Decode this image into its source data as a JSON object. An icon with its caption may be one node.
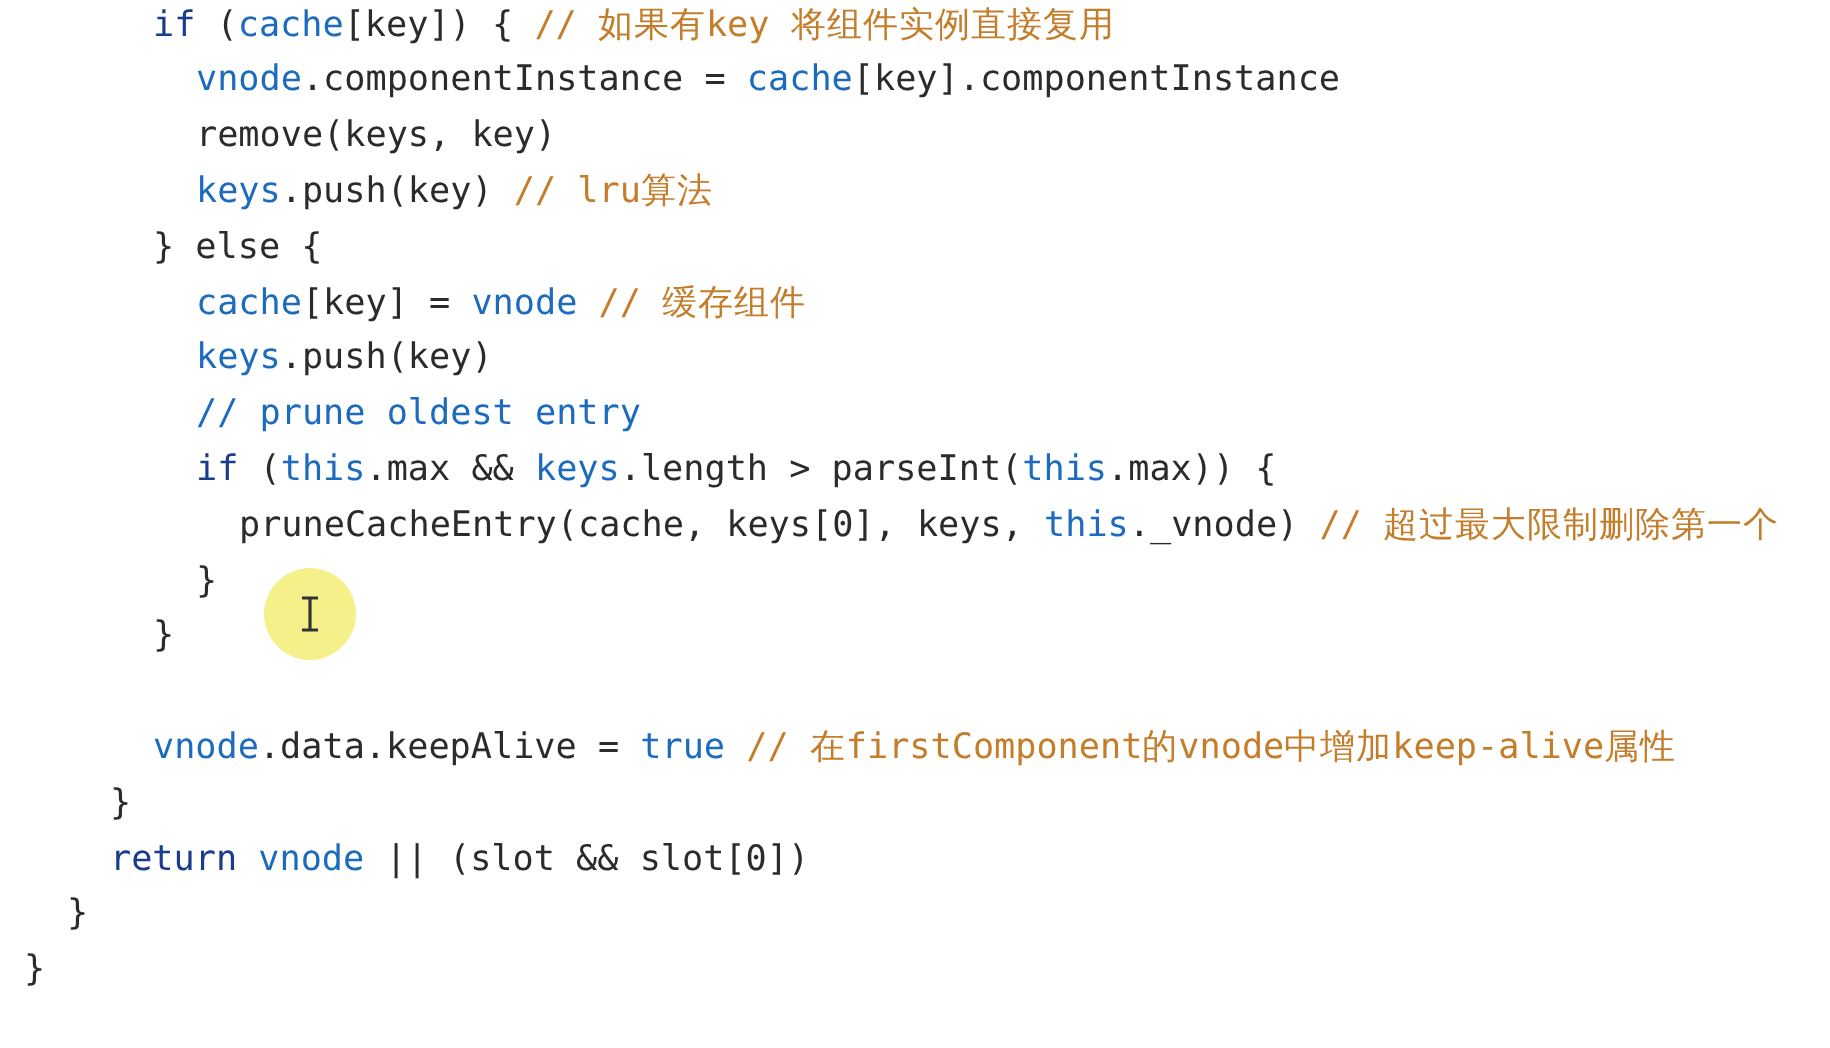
{
  "diagram": {
    "labels": [
      "if (cache[key]) { // 如果有key 将组件实例直接复用",
      "vnode.componentInstance = cache[key].componentInstance",
      "remove(keys, key)",
      "keys.push(key) // lru算法",
      "} else {",
      "cache[key] = vnode // 缓存组件",
      "keys.push(key)",
      "// prune oldest entry",
      "if (this.max && keys.length > parseInt(this.max)) {",
      "pruneCacheEntry(cache, keys[0], keys, this._vnode) // 超过最大限制删除第一个",
      "}",
      "}",
      "vnode.data.keepAlive = true // 在firstComponent的vnode中增加keep-alive属性",
      "}",
      "return vnode || (slot && slot[0])",
      "}",
      "}"
    ]
  }
}
